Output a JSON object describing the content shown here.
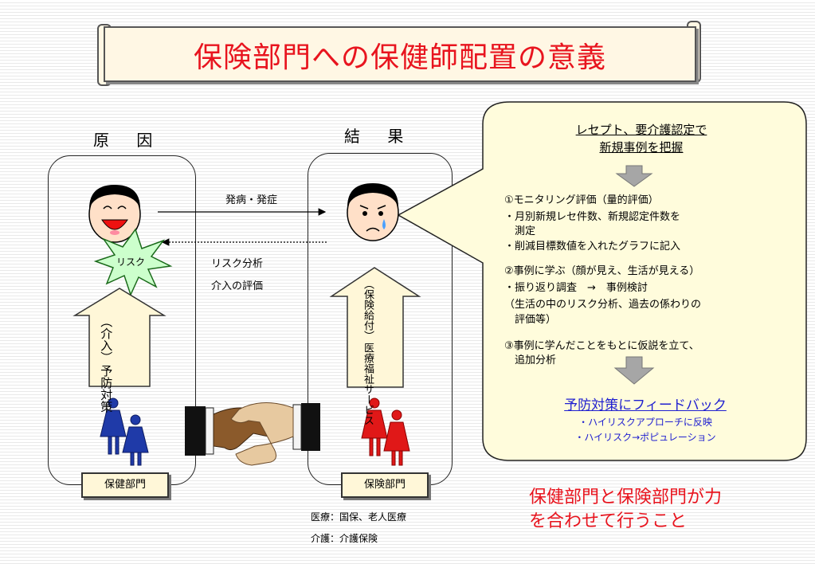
{
  "title": "保険部門への保健師配置の意義",
  "headers": {
    "cause": "原 因",
    "result": "結 果"
  },
  "arrows": {
    "onset": "発病・発症",
    "risk_analysis": "リスク分析",
    "intervention_eval": "介入の評価"
  },
  "cause_panel": {
    "risk_badge": "リスク",
    "prevention_line1": "予防対策",
    "prevention_line2": "（介入）",
    "dept_label": "保健部門"
  },
  "result_panel": {
    "service_line1": "医療福祉サービス",
    "service_line2": "（保険給付）",
    "dept_label": "保険部門"
  },
  "footnotes": {
    "medical": "医療：国保、老人医療",
    "care": "介護：介護保険"
  },
  "bubble": {
    "heading_line1": "レセプト、要介護認定で",
    "heading_line2": "新規事例を把握",
    "lines": [
      "①モニタリング評価（量的評価）",
      "・月別新規レセ件数、新規認定件数を",
      "　測定",
      "・削減目標数値を入れたグラフに記入",
      "②事例に学ぶ（顔が見え、生活が見える）",
      "・振り返り調査　→　事例検討",
      "（生活の中のリスク分析、過去の係わりの",
      "　評価等）",
      "③事例に学んだことをもとに仮説を立て、",
      "　追加分析"
    ],
    "feedback_title": "予防対策にフィードバック",
    "feedback_item1": "・ハイリスクアプローチに反映",
    "feedback_item2": "・ハイリスク→ポピュレーション"
  },
  "conclusion_line1": "保健部門と保険部門が力",
  "conclusion_line2": "を合わせて行うこと",
  "colors": {
    "title_red": "#e8141e",
    "arrow_fill": "#fff7d8",
    "risk_green": "#ccffcc",
    "bubble_fill": "#fffcdc",
    "blue_text": "#2020d0",
    "person_blue": "#1f3aa8",
    "person_red": "#e01818"
  }
}
